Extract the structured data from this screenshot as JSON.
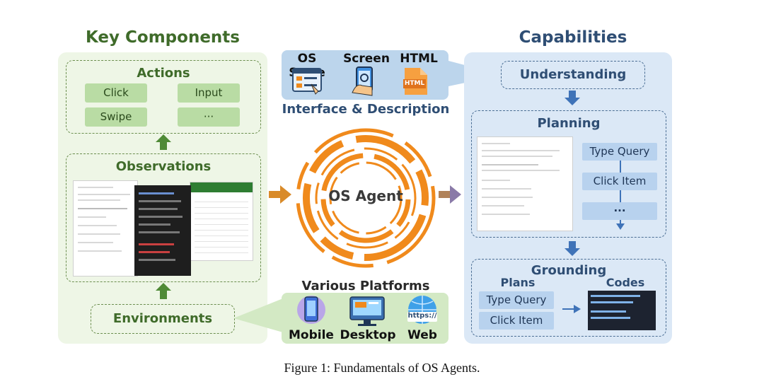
{
  "key_components": {
    "title": "Key Components",
    "actions": {
      "title": "Actions",
      "items": [
        "Click",
        "Input",
        "Swipe",
        "···"
      ]
    },
    "observations": {
      "title": "Observations"
    },
    "environments": {
      "title": "Environments"
    }
  },
  "interface": {
    "labels": [
      "OS State",
      "Screen",
      "HTML"
    ],
    "html_icon_text": "HTML",
    "caption": "Interface & Description"
  },
  "center": {
    "label": "OS Agent"
  },
  "platforms": {
    "title": "Various Platforms",
    "items": [
      "Mobile",
      "Desktop",
      "Web"
    ],
    "web_icon_text": "https://"
  },
  "capabilities": {
    "title": "Capabilities",
    "understanding": "Understanding",
    "planning": {
      "title": "Planning",
      "steps": [
        "Type Query",
        "Click Item",
        "···"
      ]
    },
    "grounding": {
      "title": "Grounding",
      "plans_label": "Plans",
      "codes_label": "Codes",
      "plans": [
        "Type Query",
        "Click Item"
      ]
    }
  },
  "figure_caption": "Figure 1: Fundamentals of OS Agents.",
  "colors": {
    "green": "#3f6b2a",
    "blue": "#2f4e74",
    "orange": "#f08a1c"
  }
}
